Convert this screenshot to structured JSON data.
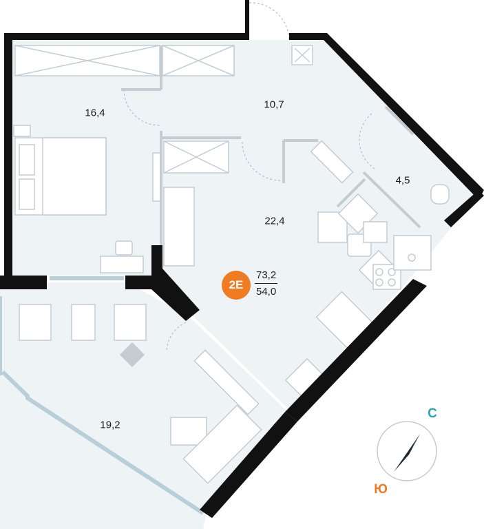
{
  "rooms": [
    {
      "id": "bedroom",
      "area": "16,4"
    },
    {
      "id": "hall",
      "area": "10,7"
    },
    {
      "id": "bathroom",
      "area": "4,5"
    },
    {
      "id": "living-kitchen",
      "area": "22,4"
    },
    {
      "id": "terrace",
      "area": "19,2"
    }
  ],
  "apartment": {
    "type_badge": "2E",
    "total_area": "73,2",
    "living_area": "54,0"
  },
  "compass": {
    "north_label": "С",
    "south_label": "Ю",
    "north_color": "#2aa6b8",
    "south_color": "#ef7b23"
  },
  "colors": {
    "wall": "#111111",
    "floor": "#eef3f6",
    "furniture_stroke": "#c3ccd2",
    "glass": "#b8cfd8",
    "accent": "#ef7b23"
  }
}
